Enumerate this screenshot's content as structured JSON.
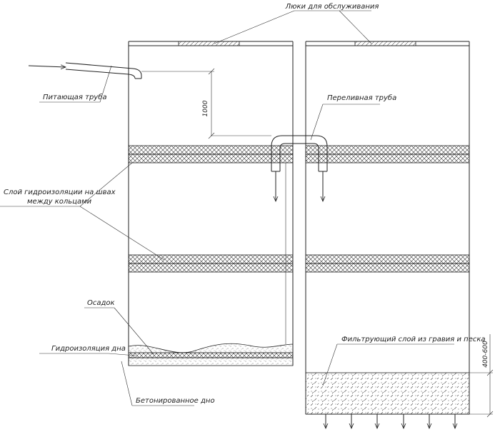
{
  "labels": {
    "hatches": "Люки для обслуживания",
    "inlet_pipe": "Питающая труба",
    "overflow_pipe": "Переливная труба",
    "ring_waterproofing": "Слой гидроизоляции на швах\nмежду кольцами",
    "sediment": "Осадок",
    "bottom_waterproofing": "Гидроизоляция дна",
    "concrete_bottom": "Бетонированное дно",
    "filter_layer": "Фильтрующий слой из гравия и песка"
  },
  "dimensions": {
    "pipe_drop": "1000",
    "filter_thickness": "400-600"
  }
}
